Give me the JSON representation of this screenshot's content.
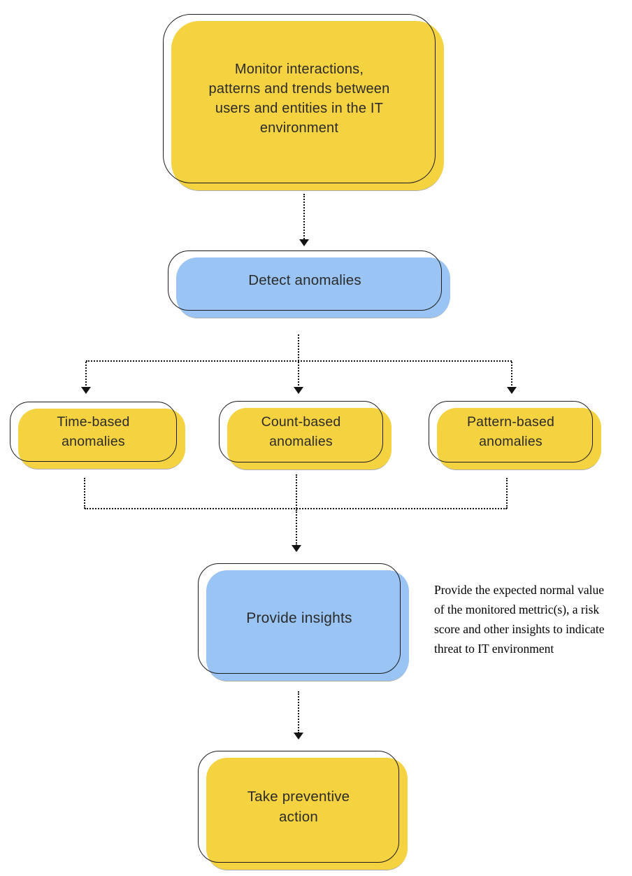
{
  "colors": {
    "yellow": "#F5D23F",
    "blue": "#9AC4F4",
    "line": "#141414",
    "text": "#2B2B2B"
  },
  "nodes": {
    "monitor": {
      "label": "Monitor interactions,\npatterns and trends between\nusers and entities in the IT\nenvironment",
      "color": "yellow"
    },
    "detect": {
      "label": "Detect anomalies",
      "color": "blue"
    },
    "time": {
      "label": "Time-based\nanomalies",
      "color": "yellow"
    },
    "count": {
      "label": "Count-based\nanomalies",
      "color": "yellow"
    },
    "pattern": {
      "label": "Pattern-based\nanomalies",
      "color": "yellow"
    },
    "insights": {
      "label": "Provide insights",
      "color": "blue"
    },
    "action": {
      "label": "Take preventive\naction",
      "color": "yellow"
    }
  },
  "annotation": {
    "text": "Provide the expected normal value\nof the monitored mettric(s), a risk\nscore and other insights to indicate\nthreat to IT environment"
  }
}
